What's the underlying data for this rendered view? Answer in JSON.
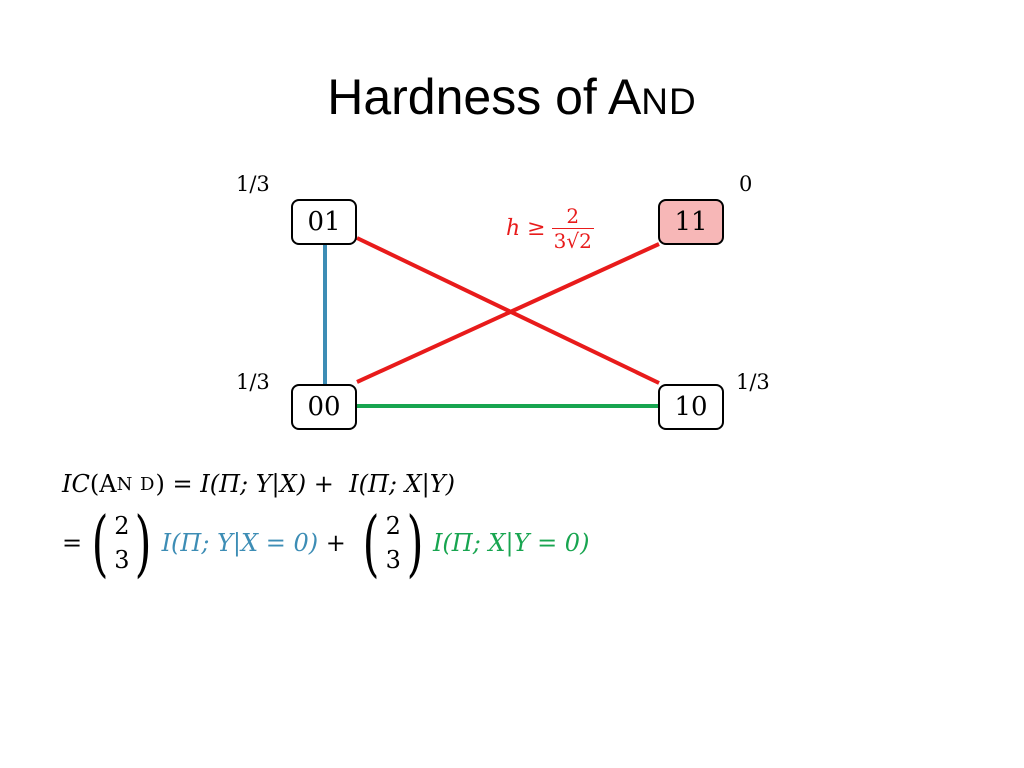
{
  "title": {
    "main": "Hardness of A",
    "smallcaps": "ND"
  },
  "nodes": {
    "n01": {
      "label": "01",
      "prob": "1/3"
    },
    "n11": {
      "label": "11",
      "prob": "0"
    },
    "n00": {
      "label": "00",
      "prob": "1/3"
    },
    "n10": {
      "label": "10",
      "prob": "1/3"
    }
  },
  "edge_label": {
    "lhs": "h ≥",
    "num": "2",
    "den": "3√2"
  },
  "colors": {
    "red": "#e81b1b",
    "blue": "#3d8db5",
    "green": "#18a550",
    "highlight": "#f7b7b7"
  },
  "formula": {
    "line1": {
      "ic": "IC",
      "open": "(",
      "and_big": "A",
      "and_small": "N D",
      "close": ")",
      "eq": " = ",
      "term1": "I(Π; Y|X)",
      "plus": " +  ",
      "term2": "I(Π; X|Y)"
    },
    "line2": {
      "eq": "=",
      "coef1_num": "2",
      "coef1_den": "3",
      "term1": "I(Π; Y|X = 0)",
      "plus": " + ",
      "coef2_num": "2",
      "coef2_den": "3",
      "term2": "I(Π; X|Y = 0)"
    }
  }
}
